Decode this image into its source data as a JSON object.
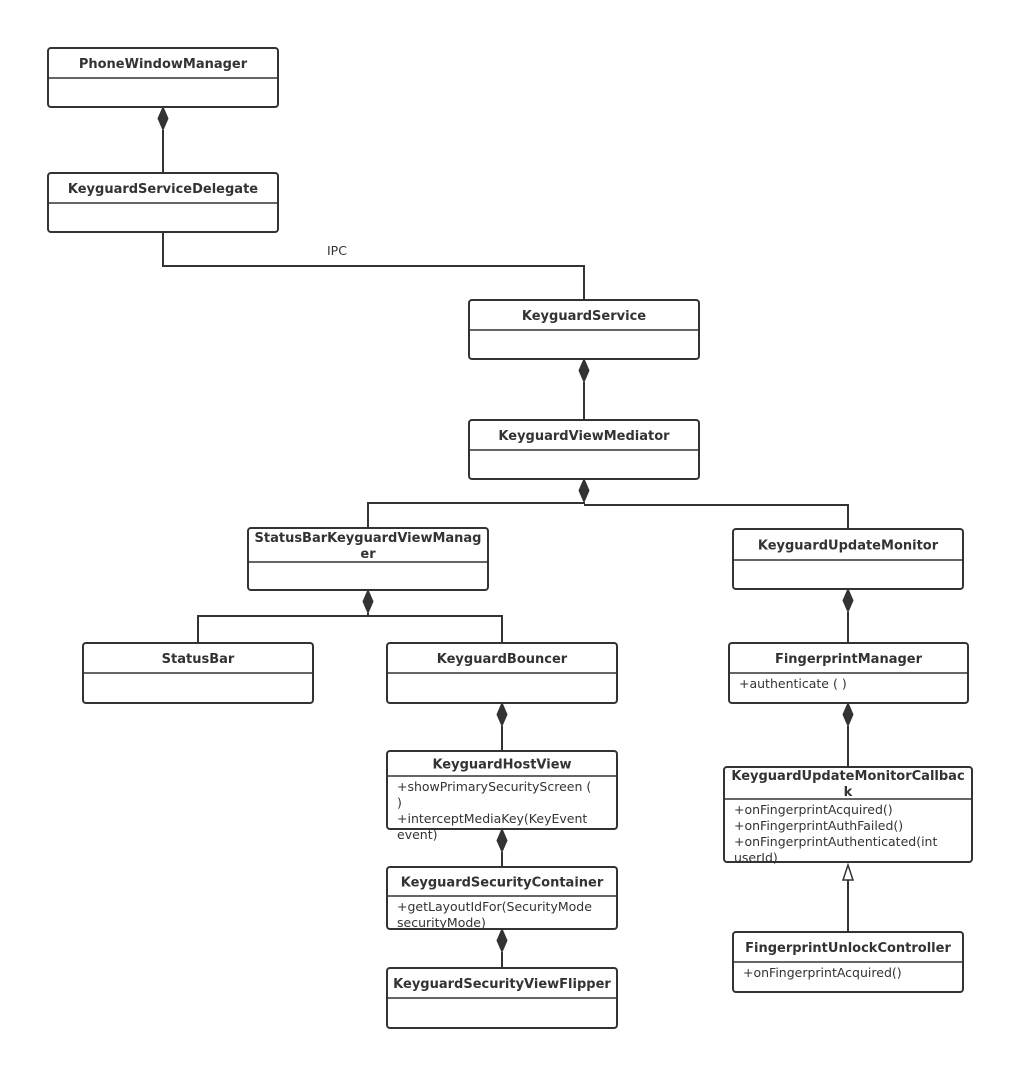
{
  "classes": [
    {
      "id": "phone-window-manager",
      "name_lines": [
        "PhoneWindowManager"
      ],
      "methods": []
    },
    {
      "id": "keyguard-service-delegate",
      "name_lines": [
        "KeyguardServiceDelegate"
      ],
      "methods": []
    },
    {
      "id": "keyguard-service",
      "name_lines": [
        "KeyguardService"
      ],
      "methods": []
    },
    {
      "id": "keyguard-view-mediator",
      "name_lines": [
        "KeyguardViewMediator"
      ],
      "methods": []
    },
    {
      "id": "status-bar-keyguard-view-manager",
      "name_lines": [
        "StatusBarKeyguardViewManag",
        "er"
      ],
      "methods": []
    },
    {
      "id": "keyguard-update-monitor",
      "name_lines": [
        "KeyguardUpdateMonitor"
      ],
      "methods": []
    },
    {
      "id": "status-bar",
      "name_lines": [
        "StatusBar"
      ],
      "methods": []
    },
    {
      "id": "keyguard-bouncer",
      "name_lines": [
        "KeyguardBouncer"
      ],
      "methods": []
    },
    {
      "id": "fingerprint-manager",
      "name_lines": [
        "FingerprintManager"
      ],
      "methods": [
        "+authenticate (   )"
      ]
    },
    {
      "id": "keyguard-host-view",
      "name_lines": [
        "KeyguardHostView"
      ],
      "methods": [
        "+showPrimarySecurityScreen (",
        " )",
        "+interceptMediaKey(KeyEvent",
        "event)"
      ]
    },
    {
      "id": "keyguard-update-monitor-callback",
      "name_lines": [
        "KeyguardUpdateMonitorCallbac",
        "k"
      ],
      "methods": [
        "+onFingerprintAcquired()",
        "+onFingerprintAuthFailed()",
        "+onFingerprintAuthenticated(int",
        "userId)"
      ]
    },
    {
      "id": "keyguard-security-container",
      "name_lines": [
        "KeyguardSecurityContainer"
      ],
      "methods": [
        "+getLayoutIdFor(SecurityMode",
        "securityMode)"
      ]
    },
    {
      "id": "fingerprint-unlock-controller",
      "name_lines": [
        "FingerprintUnlockController"
      ],
      "methods": [
        "+onFingerprintAcquired()"
      ]
    },
    {
      "id": "keyguard-security-view-flipper",
      "name_lines": [
        "KeyguardSecurityViewFlipper"
      ],
      "methods": []
    }
  ],
  "relations": [
    {
      "from": "keyguard-service-delegate",
      "to": "phone-window-manager",
      "kind": "composition"
    },
    {
      "from": "keyguard-service-delegate",
      "to": "keyguard-service",
      "kind": "association",
      "label": "IPC"
    },
    {
      "from": "keyguard-view-mediator",
      "to": "keyguard-service",
      "kind": "composition"
    },
    {
      "from": "status-bar-keyguard-view-manager",
      "to": "keyguard-view-mediator",
      "kind": "composition"
    },
    {
      "from": "keyguard-update-monitor",
      "to": "keyguard-view-mediator",
      "kind": "composition"
    },
    {
      "from": "status-bar",
      "to": "status-bar-keyguard-view-manager",
      "kind": "composition"
    },
    {
      "from": "keyguard-bouncer",
      "to": "status-bar-keyguard-view-manager",
      "kind": "composition"
    },
    {
      "from": "fingerprint-manager",
      "to": "keyguard-update-monitor",
      "kind": "composition"
    },
    {
      "from": "keyguard-host-view",
      "to": "keyguard-bouncer",
      "kind": "composition"
    },
    {
      "from": "keyguard-update-monitor-callback",
      "to": "fingerprint-manager",
      "kind": "composition"
    },
    {
      "from": "keyguard-security-container",
      "to": "keyguard-host-view",
      "kind": "composition"
    },
    {
      "from": "fingerprint-unlock-controller",
      "to": "keyguard-update-monitor-callback",
      "kind": "generalization"
    },
    {
      "from": "keyguard-security-view-flipper",
      "to": "keyguard-security-container",
      "kind": "composition"
    }
  ]
}
